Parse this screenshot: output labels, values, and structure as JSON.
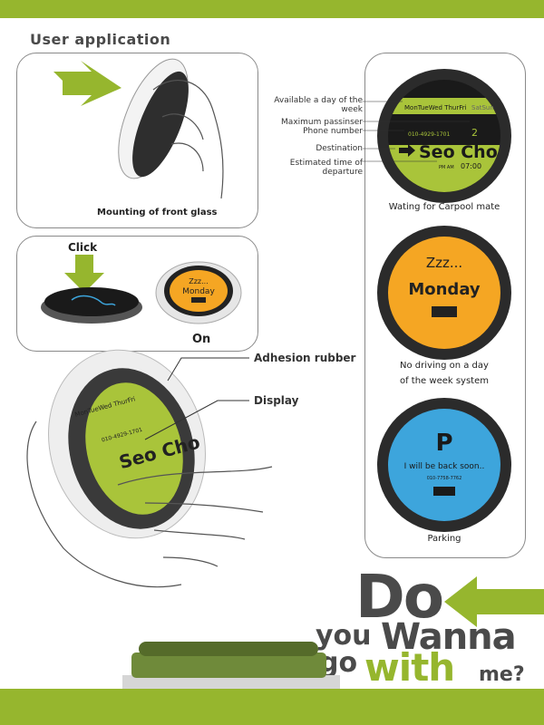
{
  "title": "User application",
  "panel_mount": {
    "caption": "Mounting of front glass"
  },
  "panel_click": {
    "click_label": "Click",
    "on_label": "On",
    "mini_line1": "Zzz...",
    "mini_line2": "Monday"
  },
  "hand_labels": {
    "adhesion": "Adhesion rubber",
    "display": "Display"
  },
  "hand_display": {
    "days": "MonTueWed ThurFri",
    "phone": "010-4929-1701",
    "destination": "Seo Cho"
  },
  "device1": {
    "label_days": "Available a day of the week",
    "label_passengers": "Maximum passinser",
    "label_phone": "Phone number",
    "label_destination": "Destination",
    "label_time": "Estimated time of departure",
    "days_active": "MonTueWed ThurFri",
    "days_inactive": "SatSun",
    "phone": "010-4929-1701",
    "passengers": "2",
    "destination": "Seo Cho",
    "ampm": "PM AM",
    "time": "07:00",
    "caption": "Wating for Carpool mate",
    "color": "#a9c43a"
  },
  "device2": {
    "line1": "Zzz...",
    "line2": "Monday",
    "caption_line1": "No driving on a day",
    "caption_line2": "of the week system",
    "color": "#f5a623"
  },
  "device3": {
    "letter": "P",
    "line": "I will be back soon..",
    "phone": "010-7758-7762",
    "caption": "Parking",
    "color": "#3da5dc"
  },
  "slogan": {
    "do": "Do",
    "you": "you",
    "go": "go",
    "wanna": "Wanna",
    "with": "with",
    "me": "me?"
  },
  "colors": {
    "green": "#96b62e",
    "dark": "#4a4a4a",
    "bezel": "#2b2b2b"
  }
}
